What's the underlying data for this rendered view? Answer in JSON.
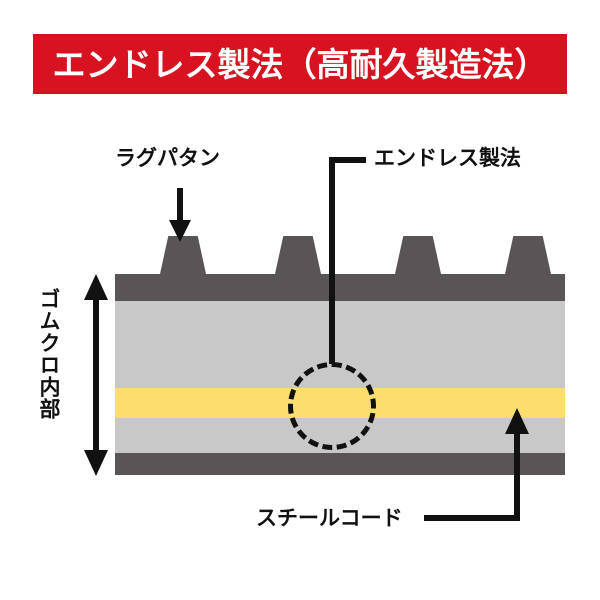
{
  "title": {
    "text": "エンドレス製法（高耐久製造法）",
    "background_color": "#d71321",
    "text_color": "#ffffff"
  },
  "diagram": {
    "name": "rubber-track-cross-section",
    "callouts": {
      "lug_pattern": "ラグパタン",
      "endless_method": "エンドレス製法",
      "steel_cord": "スチールコード",
      "track_interior": "ゴムクロ内部"
    },
    "layers": [
      {
        "name": "lug",
        "label": "ラグパタン",
        "color": "#595456"
      },
      {
        "name": "top-rubber-dark",
        "color": "#595456"
      },
      {
        "name": "rubber-upper",
        "color": "#c8c8c8"
      },
      {
        "name": "steel-cord-band",
        "label": "スチールコード",
        "color": "#fcdd6e"
      },
      {
        "name": "rubber-lower",
        "color": "#c8c8c8"
      },
      {
        "name": "bottom-rubber-dark",
        "color": "#595456"
      }
    ],
    "lug_count": 4,
    "highlight": {
      "name": "endless-method-zone",
      "shape": "dashed-circle",
      "color": "#111111"
    }
  }
}
